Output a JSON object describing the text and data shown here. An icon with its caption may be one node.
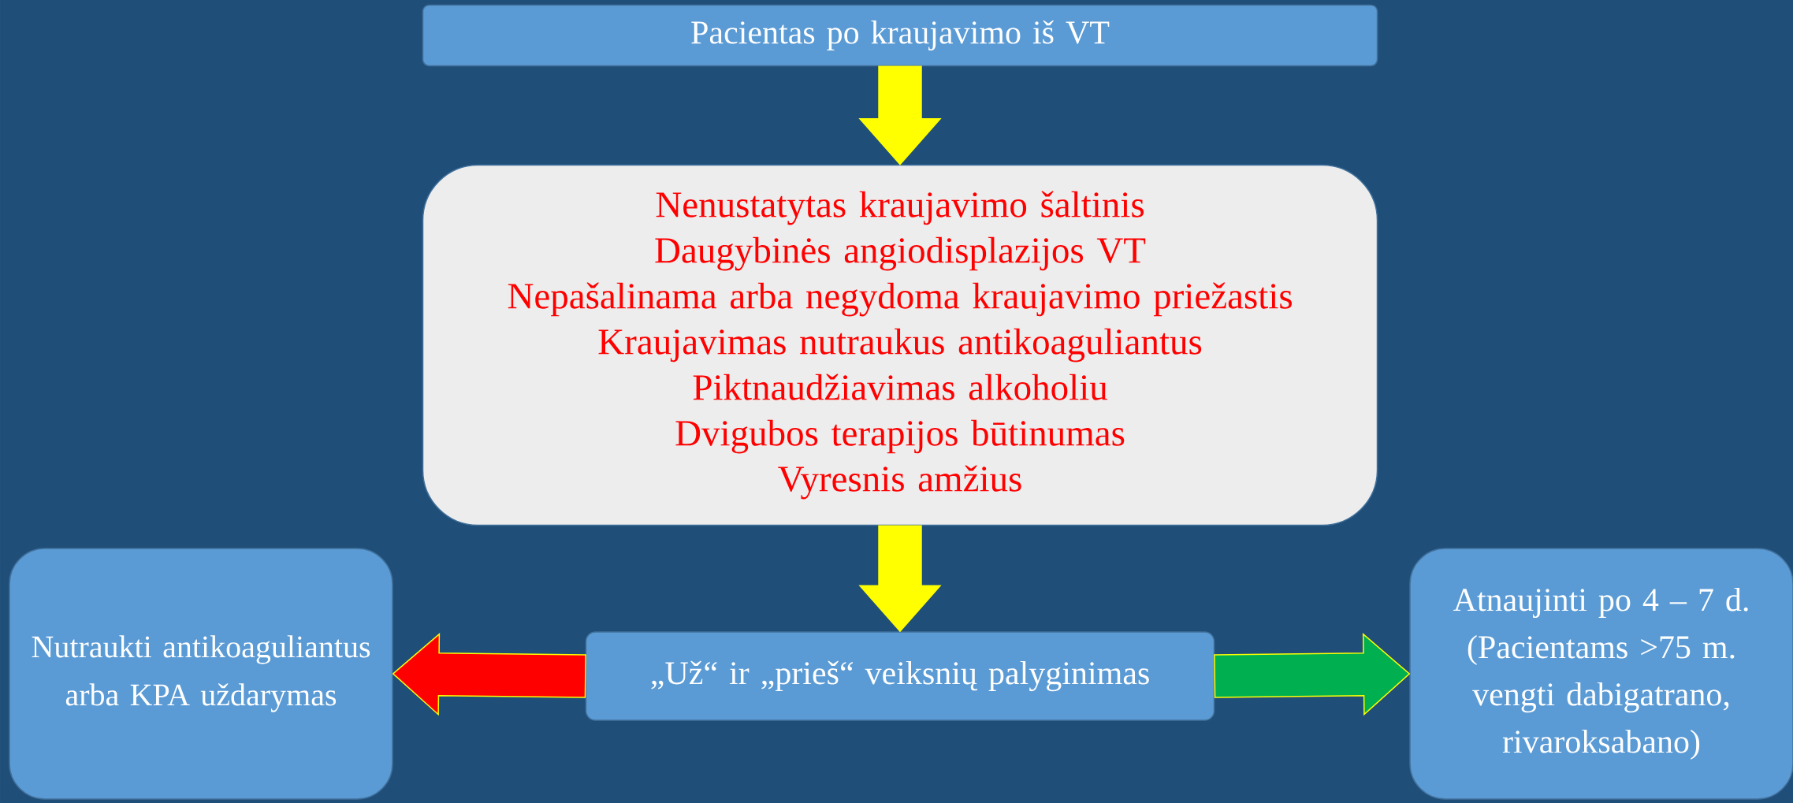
{
  "diagram": {
    "nodes": [
      {
        "text": [
          "Pacientas po kraujavimo iš VT"
        ]
      },
      {
        "text": [
          "Nenustatytas kraujavimo šaltinis",
          "Daugybinės angiodisplazijos VT",
          "Nepašalinama arba negydoma kraujavimo priežastis",
          "Kraujavimas nutraukus antikoaguliantus",
          "Piktnaudžiavimas alkoholiu",
          "Dvigubos terapijos būtinumas",
          "Vyresnis amžius"
        ]
      },
      {
        "text": [
          "Nutraukti antikoaguliantus arba KPA uždarymas"
        ]
      },
      {
        "text": [
          "„Už“ ir „prieš“ veiksnių palyginimas"
        ]
      },
      {
        "text": [
          "Atnaujinti po 4 – 7 d.",
          "(Pacientams >75 m. vengti dabigatrano, rivaroksabano)"
        ]
      }
    ],
    "edges": [
      {
        "from": 0,
        "to": 1,
        "arrow": "to"
      },
      {
        "from": 1,
        "to": 3,
        "arrow": "to"
      },
      {
        "from": 3,
        "to": 2,
        "arrow": "to",
        "color": "#ff0000"
      },
      {
        "from": 3,
        "to": 4,
        "arrow": "to",
        "color": "#00b050"
      }
    ]
  }
}
